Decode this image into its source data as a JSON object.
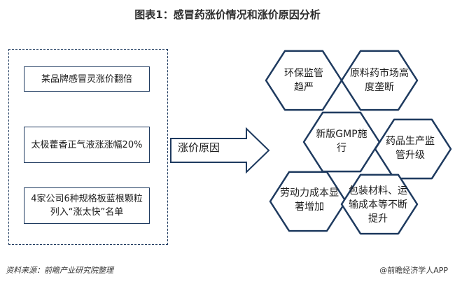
{
  "title": "图表1：感冒药涨价情况和涨价原因分析",
  "events": [
    "某品牌感冒灵涨价翻倍",
    "太极藿香正气液涨涨幅20%",
    "4家公司6种规格板蓝根颗粒列入“涨太快”名单"
  ],
  "arrow_label": "涨价原因",
  "reasons": [
    "环保监管趋严",
    "原料药市场高度垄断",
    "新版GMP施行",
    "药品生产监管升级",
    "劳动力成本显著增加",
    "包装材料、运输成本等不断提升"
  ],
  "source": "资料来源：前瞻产业研究院整理",
  "credit": "@前瞻经济学人APP",
  "colors": {
    "outline": "#1e3a5f",
    "text": "#1b1b1b"
  }
}
